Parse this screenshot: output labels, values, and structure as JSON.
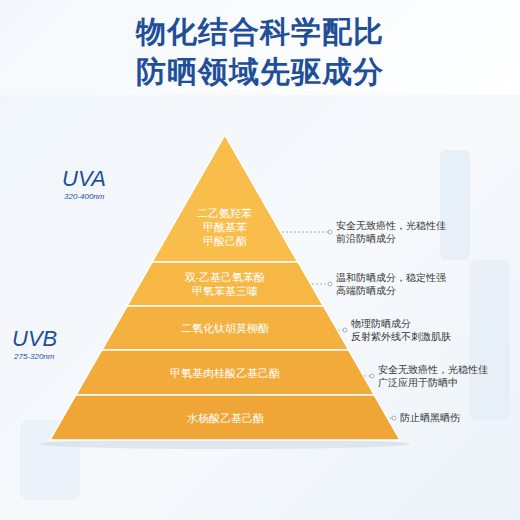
{
  "diagram": {
    "title": "物化结合科学配比 防晒领域先驱成分",
    "nodes": [
      {
        "text": [
          "二乙氨羟苯 甲酰基苯 甲酸己酯"
        ]
      },
      {
        "text": [
          "双-乙基己氧苯酚 甲氧苯基三嗪"
        ]
      },
      {
        "text": [
          "二氧化钛胡莫柳酯"
        ]
      },
      {
        "text": [
          "甲氧基肉桂酸乙基己酯"
        ]
      },
      {
        "text": [
          "水杨酸乙基己酯"
        ]
      }
    ],
    "labels": [
      "UVA",
      "320-400nm",
      "UVB",
      "275-320nm",
      "安全无致癌性，光稳性佳 前沿防晒成分",
      "温和防晒成分，稳定性强 高端防晒成分",
      "物理防晒成分 反射紫外线不刺激肌肤",
      "安全无致癌性，光稳性佳 广泛应用于防晒中",
      "防止晒黑晒伤"
    ]
  }
}
